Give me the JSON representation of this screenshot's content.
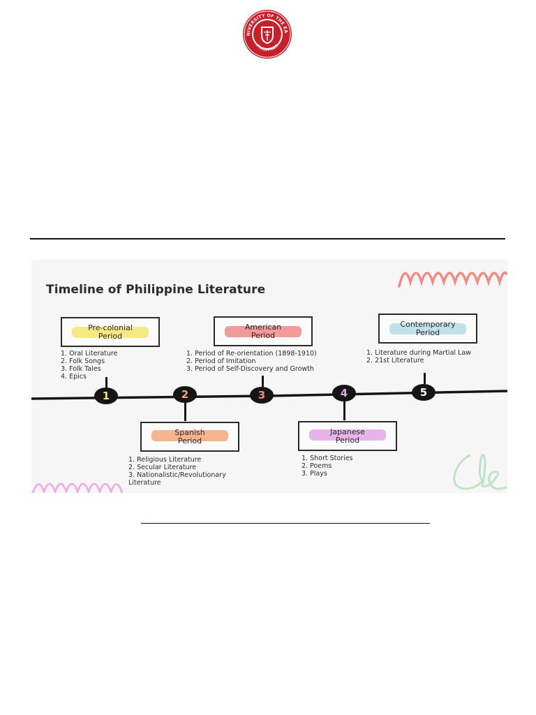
{
  "logo": {
    "text_top": "UNIVERSITY OF THE EAST",
    "text_bottom": "PHILIPPINES",
    "color": "#c8202a"
  },
  "figure": {
    "title": "Timeline of Philippine Literature",
    "periods": [
      {
        "number": "1",
        "name": "Pre-colonial\nPeriod",
        "highlight": "#f5e56b",
        "number_color": "#f5e56b",
        "items": [
          "1. Oral Literature",
          "2. Folk Songs",
          "3. Folk Tales",
          "4. Epics"
        ]
      },
      {
        "number": "2",
        "name": "Spanish\nPeriod",
        "highlight": "#f3a77a",
        "number_color": "#f3a77a",
        "items": [
          "1. Religious Literature",
          "2. Secular Literature",
          "3. Nationalistic/Revolutionary",
          "Literature"
        ]
      },
      {
        "number": "3",
        "name": "American\nPeriod",
        "highlight": "#f18a8a",
        "number_color": "#f18a8a",
        "items": [
          "1. Period of Re-orientation (1898-1910)",
          "2. Period of Imitation",
          "3. Period of Self-Discovery and Growth"
        ]
      },
      {
        "number": "4",
        "name": "Japanese\nPeriod",
        "highlight": "#e2a7e6",
        "number_color": "#e2a7e6",
        "items": [
          "1. Short Stories",
          "2. Poems",
          "3. Plays"
        ]
      },
      {
        "number": "5",
        "name": "Contemporary\nPeriod",
        "highlight": "#b6dbe6",
        "number_color": "#ffffff",
        "items": [
          "1. Literature during Martial Law",
          "2. 21st Literature"
        ]
      }
    ],
    "decor_colors": {
      "zigzag_top_right": "#f08a83",
      "zigzag_bottom_left": "#eeb0e0",
      "loops_bottom_right": "#bfe3c5"
    }
  }
}
